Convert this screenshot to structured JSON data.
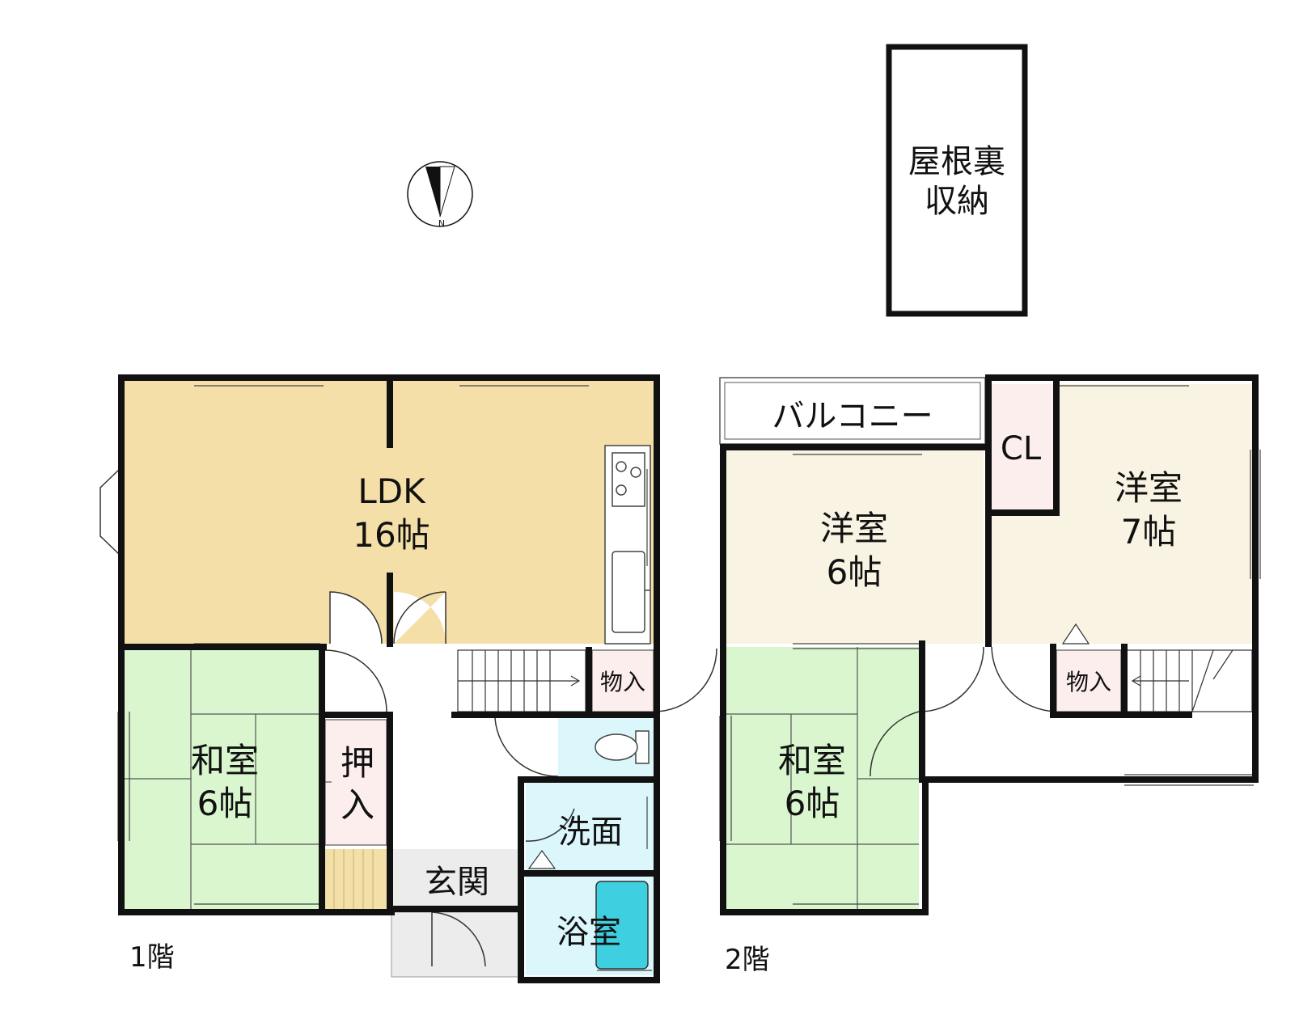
{
  "attic": {
    "line1": "屋根裏",
    "line2": "収納"
  },
  "compass": {
    "north": "N"
  },
  "floor1": {
    "label": "1階",
    "ldk": {
      "name": "LDK",
      "size": "16帖"
    },
    "washitsu": {
      "name": "和室",
      "size": "6帖"
    },
    "oshiire": {
      "line1": "押",
      "line2": "入"
    },
    "monoire": "物入",
    "senmen": "洗面",
    "genkan": "玄関",
    "yokushitsu": "浴室"
  },
  "floor2": {
    "label": "2階",
    "balcony": "バルコニー",
    "closet": "CL",
    "yoshitsu6": {
      "name": "洋室",
      "size": "6帖"
    },
    "yoshitsu7": {
      "name": "洋室",
      "size": "7帖"
    },
    "washitsu": {
      "name": "和室",
      "size": "6帖"
    },
    "monoire": "物入"
  },
  "colors": {
    "ldk": "#f5dfa9",
    "washitsu": "#d9f6cf",
    "yoshitsu": "#f9f3e3",
    "storage": "#fdeeee",
    "water": "#dcf7fb",
    "bath": "#3ecfe0",
    "genkan": "#ececec",
    "stair_light": "#f3dfa8",
    "wall": "#111111"
  }
}
